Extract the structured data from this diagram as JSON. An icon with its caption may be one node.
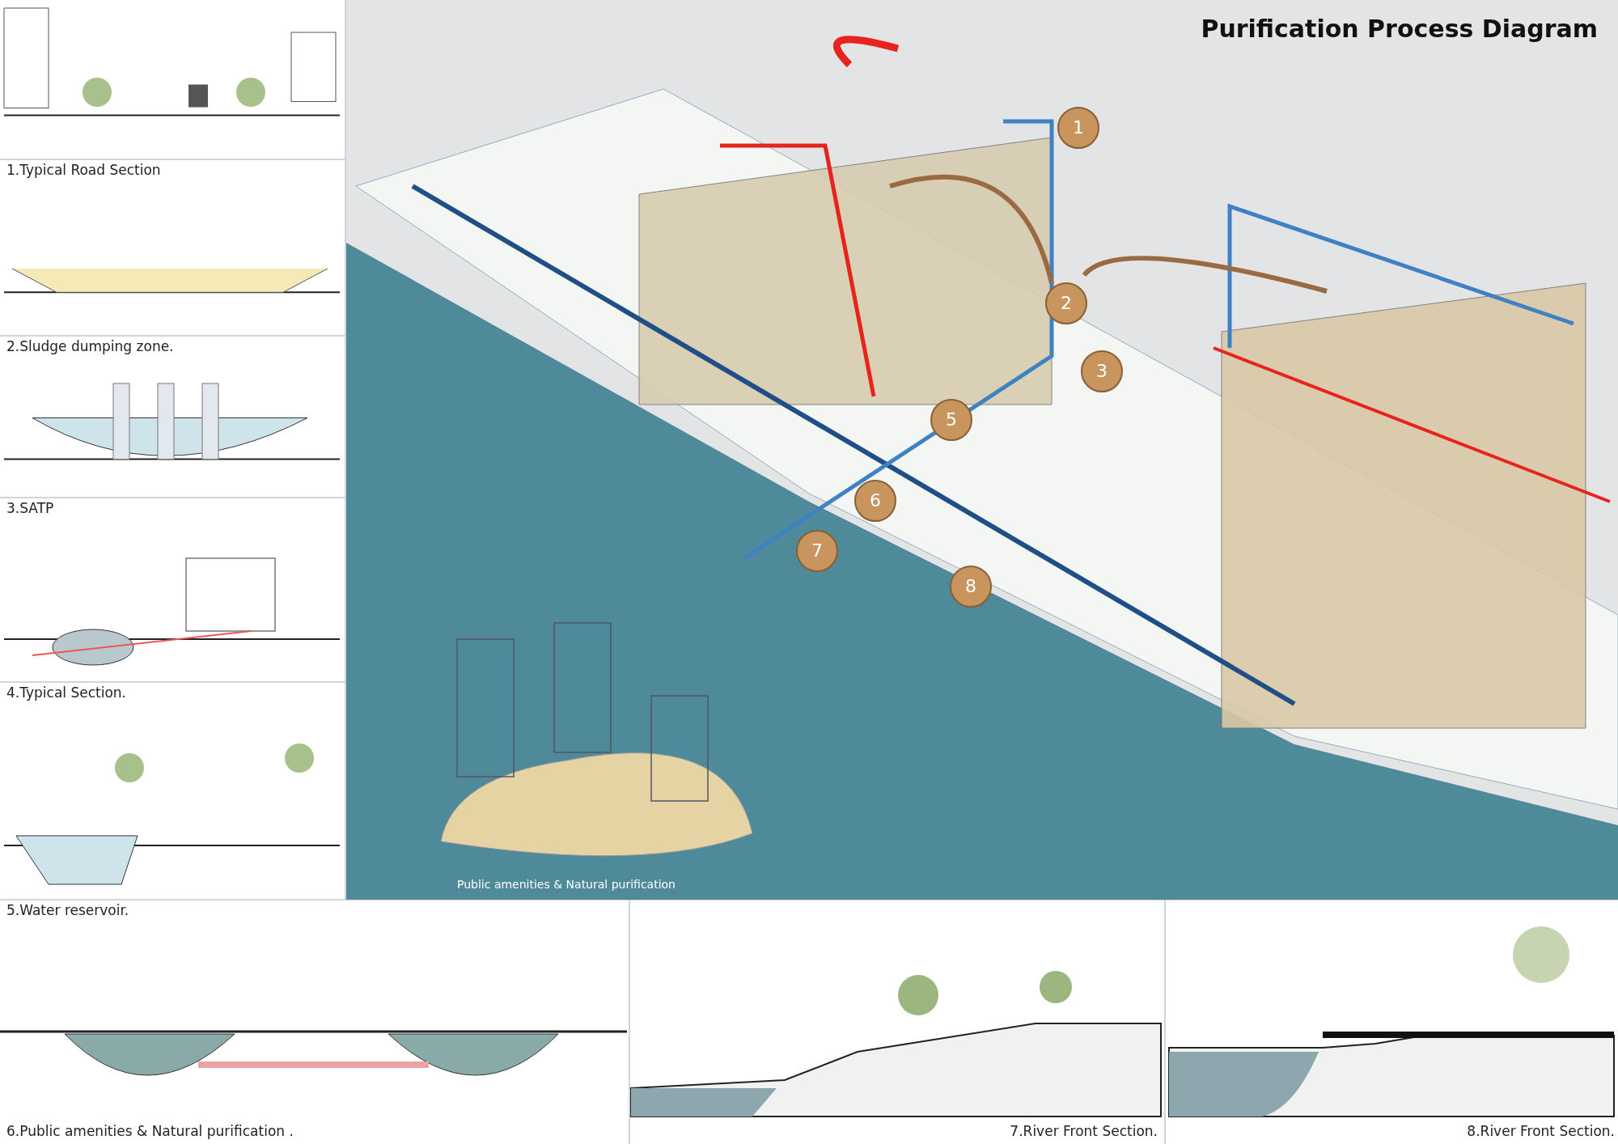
{
  "diagram": {
    "title": "Purification Process Diagram",
    "labels": [
      "1.Typical Road Section",
      "2.Sludge dumping zone.",
      "3.SATP",
      "4.Typical Section.",
      "5.Water reservoir.",
      "1",
      "2",
      "3",
      "5",
      "6",
      "7",
      "8",
      "Public amenities & Natural purification",
      "6.Public amenities & Natural purification .",
      "7.River Front Section.",
      "8.River Front Section."
    ]
  }
}
